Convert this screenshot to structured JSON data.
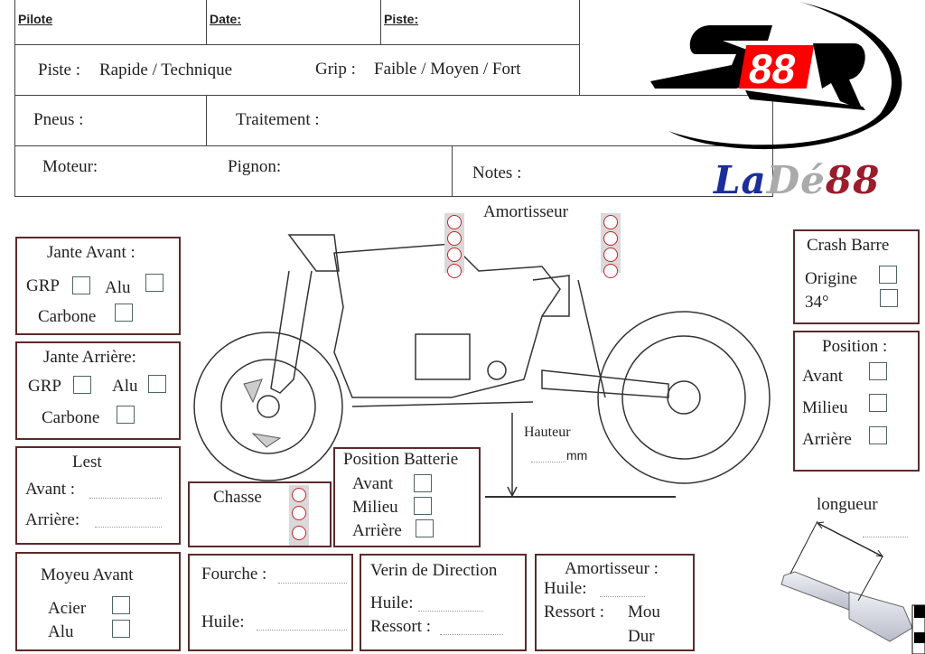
{
  "header": {
    "pilote_label": "Pilote",
    "date_label": "Date:",
    "piste_label": "Piste:",
    "piste_type_label": "Piste :",
    "piste_type_options": "Rapide / Technique",
    "grip_label": "Grip :",
    "grip_options": "Faible / Moyen  / Fort",
    "pneus_label": "Pneus :",
    "traitement_label": "Traitement :",
    "moteur_label": "Moteur:",
    "pignon_label": "Pignon:",
    "notes_label": "Notes :"
  },
  "logo": {
    "main": "S88R",
    "sub": "LaDé88"
  },
  "amortisseur_top_label": "Amortisseur",
  "jante_avant": {
    "title": "Jante  Avant :",
    "grp": "GRP",
    "alu": "Alu",
    "carbone": "Carbone"
  },
  "jante_arriere": {
    "title": "Jante Arrière:",
    "grp": "GRP",
    "alu": "Alu",
    "carbone": "Carbone"
  },
  "lest": {
    "title": "Lest",
    "avant": "Avant :",
    "arriere": "Arrière:"
  },
  "moyeu_avant": {
    "title": "Moyeu Avant",
    "acier": "Acier",
    "alu": "Alu"
  },
  "chasse": {
    "title": "Chasse"
  },
  "position_batterie": {
    "title": "Position Batterie",
    "avant": "Avant",
    "milieu": "Milieu",
    "arriere": "Arrière"
  },
  "hauteur": {
    "label": "Hauteur",
    "unit": "mm"
  },
  "fourche": {
    "fourche": "Fourche :",
    "huile": "Huile:"
  },
  "verin": {
    "title": "Verin de Direction",
    "huile": "Huile:",
    "ressort": "Ressort :"
  },
  "amortisseur": {
    "title": "Amortisseur :",
    "huile": "Huile:",
    "ressort": "Ressort :",
    "mou": "Mou",
    "dur": "Dur"
  },
  "crash_barre": {
    "title": "Crash Barre",
    "origine": "Origine",
    "deg34": "34°"
  },
  "position": {
    "title": "Position :",
    "avant": "Avant",
    "milieu": "Milieu",
    "arriere": "Arrière"
  },
  "longueur": {
    "label": "longueur"
  },
  "colors": {
    "box_border": "#5b2b2b",
    "circle_red": "#c0262d",
    "logo_red": "#ff0000",
    "logo_blue": "#1a2f9a",
    "logo_maroon": "#9b1c2c"
  }
}
